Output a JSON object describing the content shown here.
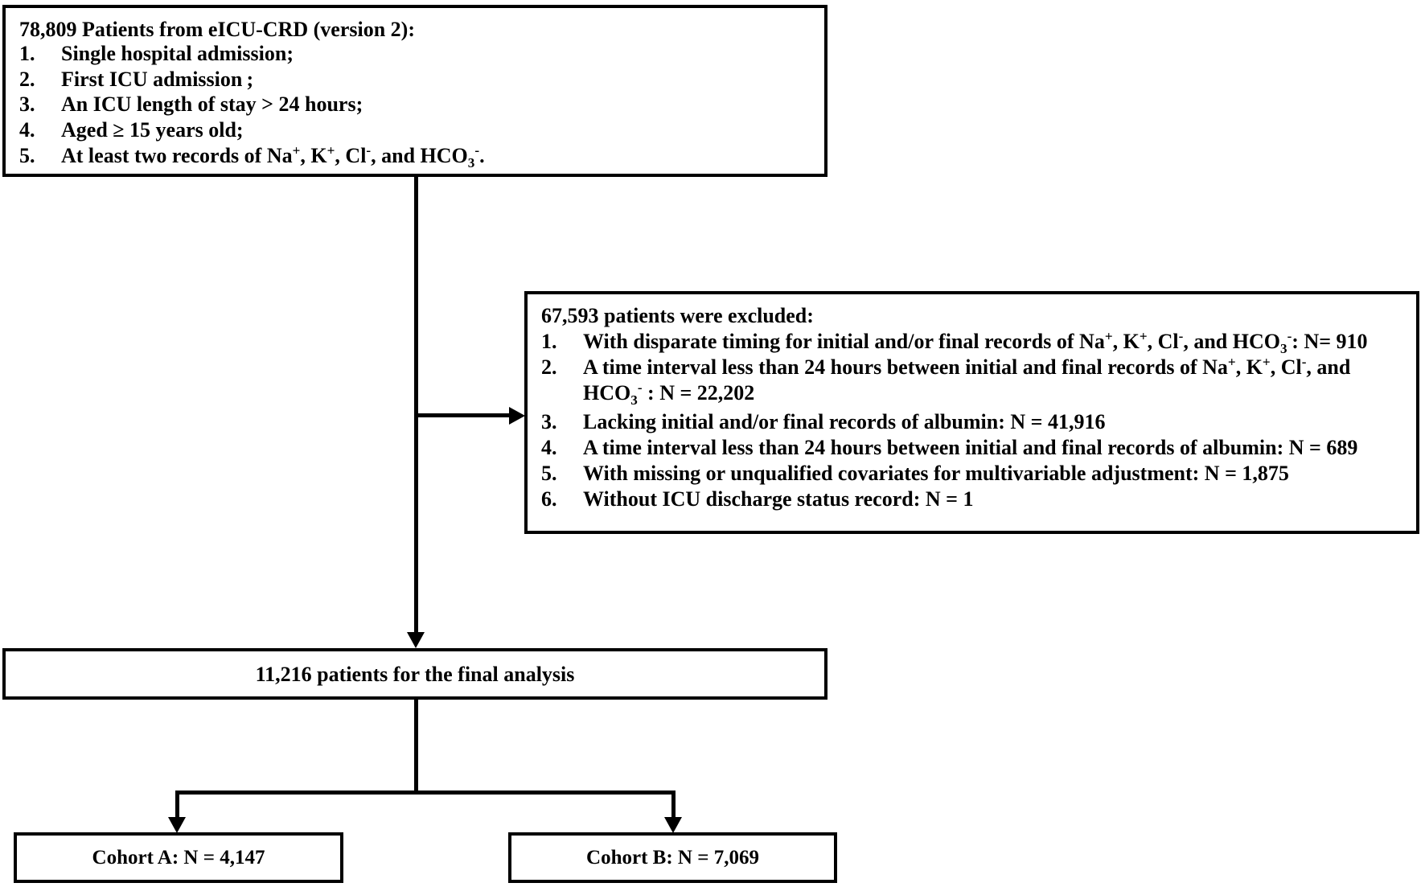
{
  "figure": {
    "type": "flowchart",
    "title": "Patient selection flow diagram",
    "line_color": "#000000",
    "background_color": "#ffffff"
  },
  "boxes": {
    "source_cohort": {
      "header": "78,809 Patients from eICU-CRD (version 2):",
      "items": [
        {
          "num": "1.",
          "text": "Single hospital admission;"
        },
        {
          "num": "2.",
          "text": "First ICU admission ;"
        },
        {
          "num": "3.",
          "text": "An ICU length of stay > 24 hours;"
        },
        {
          "num": "4.",
          "text": "Aged ≥ 15 years old;"
        },
        {
          "num": "5.",
          "text": "At least two records of Na+, K+, Cl-, and HCO3-."
        }
      ]
    },
    "excluded": {
      "header": "67,593 patients  were excluded:",
      "items": [
        {
          "num": "1.",
          "text": "With disparate timing for initial and/or final records of Na+, K+, Cl-, and HCO3-: N= 910"
        },
        {
          "num": "2.",
          "text": "A  time interval less than 24 hours between initial and final records of Na+, K+, Cl-, and"
        },
        {
          "num": "",
          "text": "HCO3- : N = 22,202"
        },
        {
          "num": "3.",
          "text": "Lacking initial and/or final records of albumin: N = 41,916"
        },
        {
          "num": "4.",
          "text": "A  time interval less than 24 hours between initial and final records of albumin: N = 689"
        },
        {
          "num": "5.",
          "text": "With missing or unqualified covariates for multivariable adjustment: N = 1,875"
        },
        {
          "num": "6.",
          "text": "Without ICU discharge status record: N = 1"
        }
      ]
    },
    "final_analysis": {
      "label": "11,216 patients for the final analysis"
    },
    "cohort_a": {
      "label": "Cohort A: N = 4,147"
    },
    "cohort_b": {
      "label": "Cohort B: N = 7,069"
    }
  },
  "connectors": {
    "main_trunk": "vertical line from source cohort box down to final analysis box",
    "exclusion_branch": "horizontal arrow pointing right into excluded box",
    "split_bar": "horizontal bar splitting to cohort A and cohort B",
    "cohort_a_arrow": "arrow down into cohort A box",
    "cohort_b_arrow": "arrow down into cohort B box"
  }
}
